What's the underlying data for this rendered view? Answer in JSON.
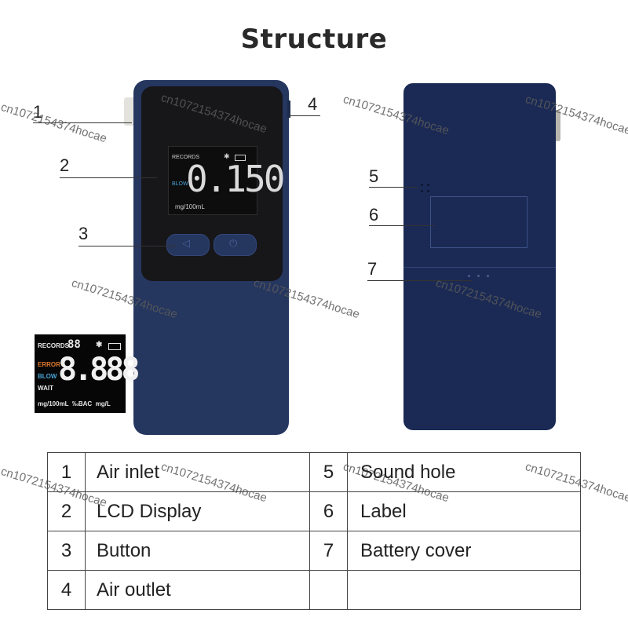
{
  "title": "Structure",
  "callouts": {
    "c1": "1",
    "c2": "2",
    "c3": "3",
    "c4": "4",
    "c5": "5",
    "c6": "6",
    "c7": "7"
  },
  "lcd_front": {
    "records": "RECORDS",
    "blow": "BLOW",
    "value": "0.150",
    "unit": "mg/100mL"
  },
  "lcd_inset": {
    "records": "RECORDS",
    "records_digits": "88",
    "error": "ERROR",
    "blow": "BLOW",
    "wait": "WAIT",
    "digits": "8.888",
    "units": "mg/100mL  ‰BAC  mg/L"
  },
  "watermark": "cn1072154374hocae",
  "parts": [
    {
      "num": "1",
      "label": "Air inlet"
    },
    {
      "num": "2",
      "label": "LCD Display"
    },
    {
      "num": "3",
      "label": "Button"
    },
    {
      "num": "4",
      "label": "Air outlet"
    },
    {
      "num": "5",
      "label": "Sound hole"
    },
    {
      "num": "6",
      "label": "Label"
    },
    {
      "num": "7",
      "label": "Battery cover"
    }
  ],
  "colors": {
    "device_body": "#25365f",
    "device_back": "#1b2a54",
    "lcd_text": "#d8d8d8",
    "lcd_blow": "#4aa3d8",
    "lcd_error": "#e07a2e"
  }
}
